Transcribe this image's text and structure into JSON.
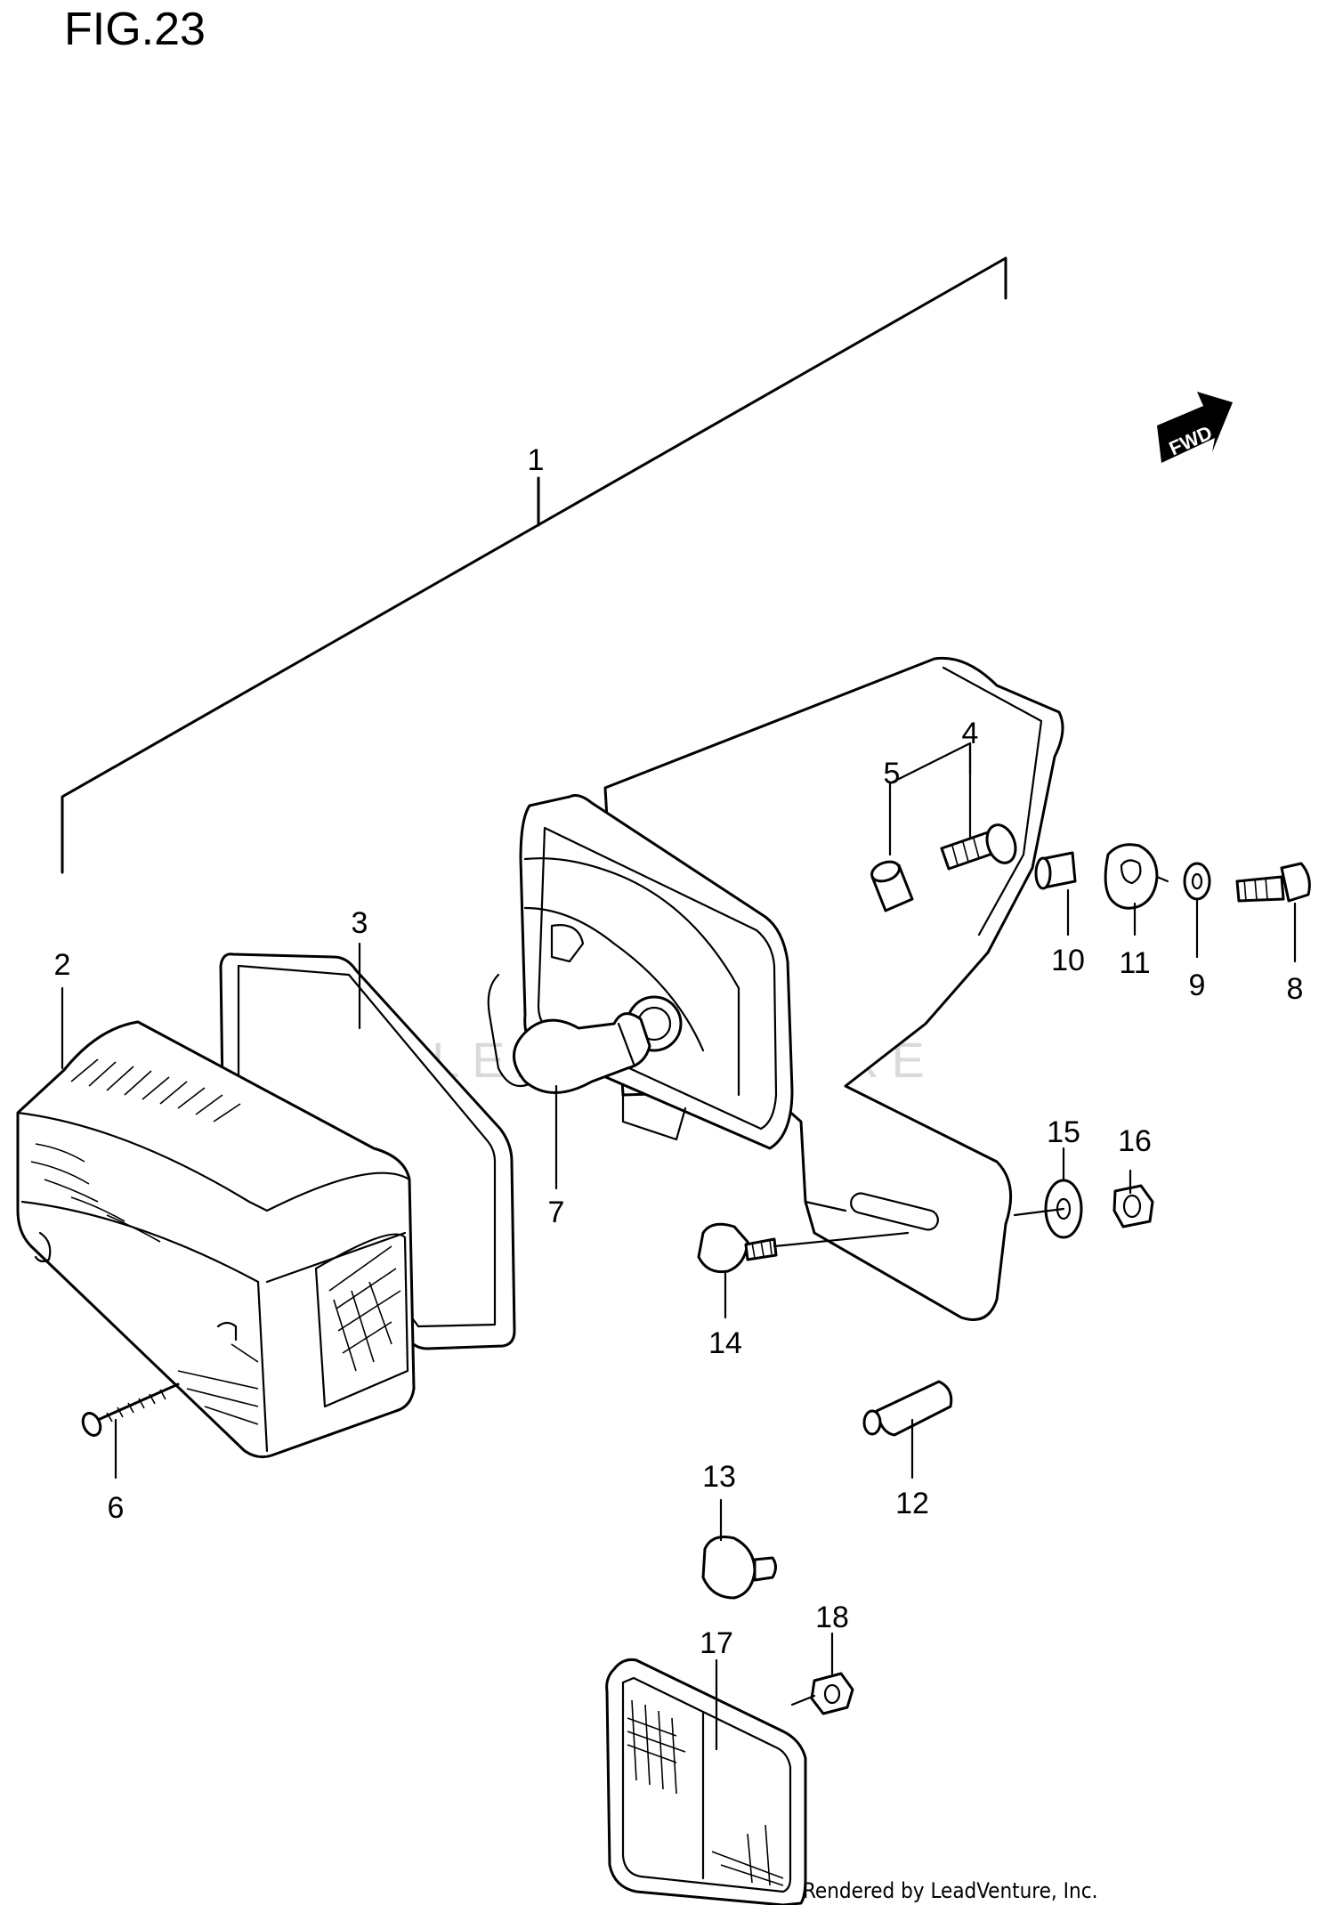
{
  "figure": {
    "title": "FIG.23"
  },
  "direction_badge": {
    "label": "FWD"
  },
  "watermark": {
    "text": "LEADVENTURE"
  },
  "callouts": [
    {
      "id": "c1",
      "label": "1"
    },
    {
      "id": "c2",
      "label": "2"
    },
    {
      "id": "c3",
      "label": "3"
    },
    {
      "id": "c4",
      "label": "4"
    },
    {
      "id": "c5",
      "label": "5"
    },
    {
      "id": "c6",
      "label": "6"
    },
    {
      "id": "c7",
      "label": "7"
    },
    {
      "id": "c8",
      "label": "8"
    },
    {
      "id": "c9",
      "label": "9"
    },
    {
      "id": "c10",
      "label": "10"
    },
    {
      "id": "c11",
      "label": "11"
    },
    {
      "id": "c12",
      "label": "12"
    },
    {
      "id": "c13",
      "label": "13"
    },
    {
      "id": "c14",
      "label": "14"
    },
    {
      "id": "c15",
      "label": "15"
    },
    {
      "id": "c16",
      "label": "16"
    },
    {
      "id": "c17",
      "label": "17"
    },
    {
      "id": "c18",
      "label": "18"
    }
  ],
  "credit": {
    "text": "Rendered by LeadVenture, Inc."
  }
}
